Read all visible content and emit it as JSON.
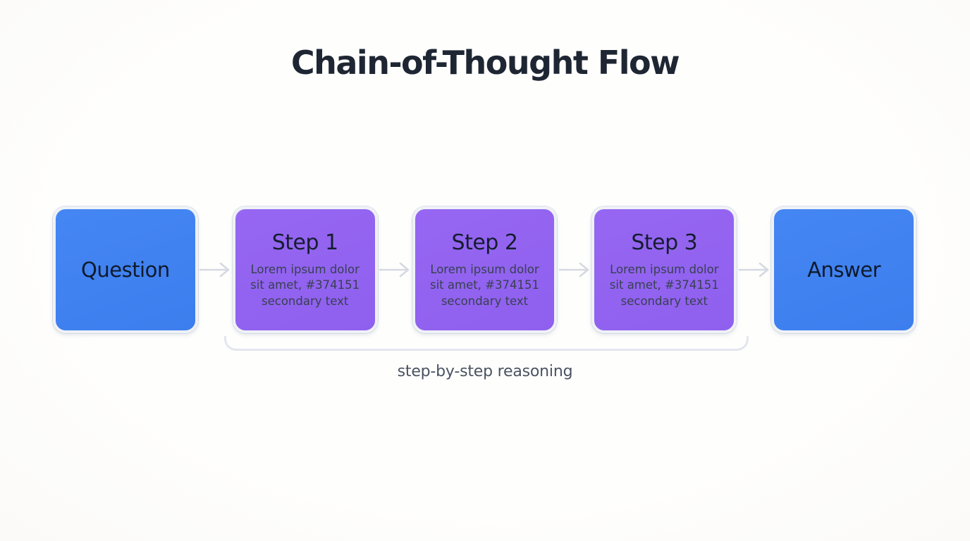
{
  "title": "Chain-of-Thought Flow",
  "nodes": [
    {
      "kind": "endpoint",
      "label": "Question"
    },
    {
      "kind": "step",
      "title": "Step 1",
      "body": "Lorem ipsum dolor sit amet, #374151 secondary text"
    },
    {
      "kind": "step",
      "title": "Step 2",
      "body": "Lorem ipsum dolor sit amet, #374151 secondary text"
    },
    {
      "kind": "step",
      "title": "Step 3",
      "body": "Lorem ipsum dolor sit amet, #374151 secondary text"
    },
    {
      "kind": "endpoint",
      "label": "Answer"
    }
  ],
  "caption": "step-by-step reasoning",
  "colors": {
    "endpoint_fill": "#3f82f0",
    "step_fill": "#9262f0",
    "title_text": "#1f2633",
    "node_text": "#0e1a2c",
    "secondary_text": "#374151",
    "caption_text": "#4a5361",
    "connector": "#d5d9e1",
    "background": "#fdfcfb"
  }
}
